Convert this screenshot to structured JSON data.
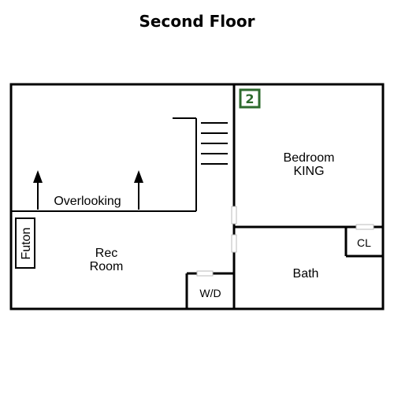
{
  "title": "Second Floor",
  "floor_badge": "2",
  "rooms": {
    "bedroom": {
      "line1": "Bedroom",
      "line2": "KING"
    },
    "rec_room": {
      "line1": "Rec",
      "line2": "Room"
    },
    "bath": "Bath",
    "closet": "CL",
    "laundry": "W/D",
    "overlook": "Overlooking",
    "futon": "Futon"
  },
  "colors": {
    "walls": "#000000",
    "badge": "#2e6b2e"
  }
}
